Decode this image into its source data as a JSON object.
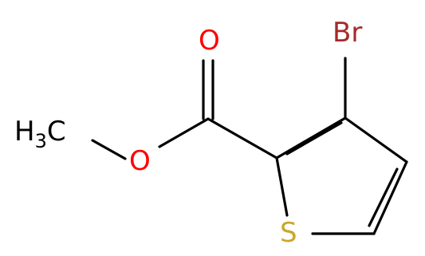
{
  "molecule": {
    "atoms": {
      "methyl": {
        "main": "H",
        "subscript": "3",
        "tail": "C",
        "color": "#000000"
      },
      "ester_oxygen": {
        "symbol": "O",
        "color": "#ff0000"
      },
      "carbonyl_oxygen": {
        "symbol": "O",
        "color": "#ff0000"
      },
      "bromine": {
        "symbol": "Br",
        "color": "#a52a2a"
      },
      "sulfur": {
        "symbol": "S",
        "color": "#c9a82a"
      }
    },
    "bond_color": "#000000"
  }
}
